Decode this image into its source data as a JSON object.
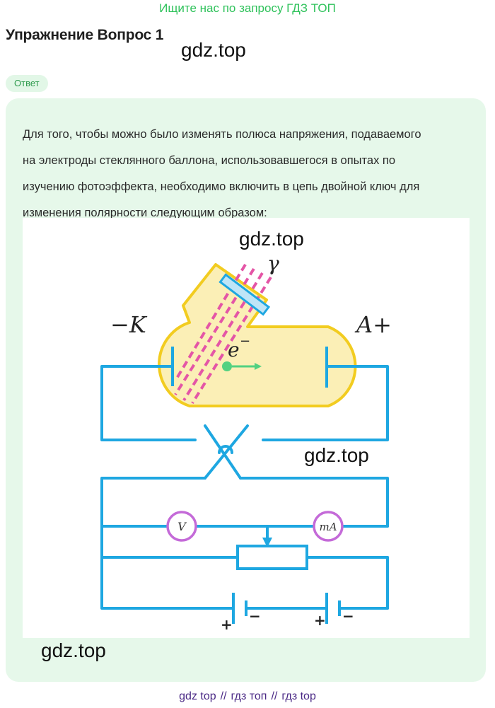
{
  "banner": {
    "text": "Ищите нас по запросу ГДЗ ТОП"
  },
  "page": {
    "title": "Упражнение Вопрос 1"
  },
  "watermarks": [
    "gdz.top",
    "gdz.top",
    "gdz.top",
    "gdz.top"
  ],
  "answer": {
    "badge": "Ответ",
    "lines": [
      "Для того, чтобы можно было изменять полюса напряжения, подаваемого",
      "на электроды стеклянного баллона, использовавшегося в опытах по",
      "изучению фотоэффекта, необходимо включить в цепь двойной ключ для",
      "изменения полярности следующим образом:"
    ]
  },
  "diagram": {
    "cathode_label": "−K",
    "anode_label": "A+",
    "electron_label": "e",
    "electron_sup": "−",
    "gamma_label": "γ",
    "voltmeter_label": "V",
    "ammeter_label": "mA",
    "battery_plus": "+",
    "battery_minus": "−",
    "colors": {
      "wire": "#1ea7e1",
      "bulb_fill": "#fbefb6",
      "bulb_stroke": "#f2cc20",
      "meter_ring": "#c46ad8",
      "light": "#e455a6",
      "electron": "#52d181"
    }
  },
  "footer": {
    "links": [
      "gdz top",
      "гдз топ",
      "гдз top"
    ],
    "separator": "//"
  }
}
